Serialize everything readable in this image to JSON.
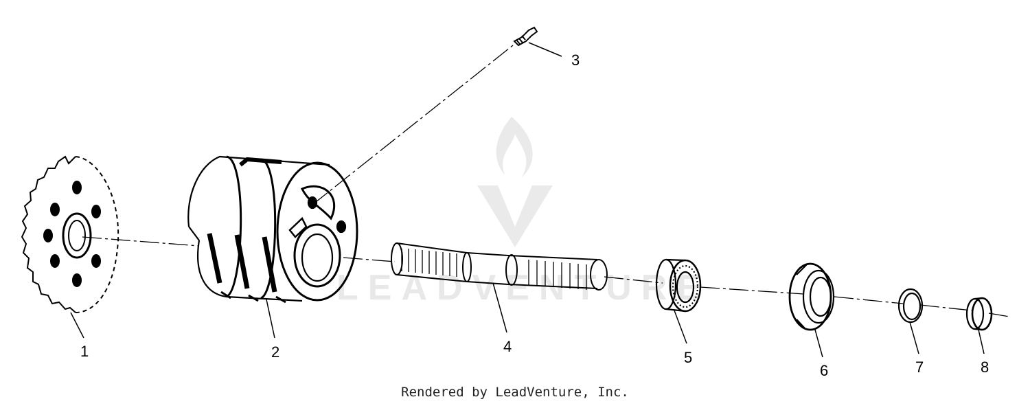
{
  "diagram": {
    "callouts": [
      {
        "id": "1",
        "label": "1"
      },
      {
        "id": "2",
        "label": "2"
      },
      {
        "id": "3",
        "label": "3"
      },
      {
        "id": "4",
        "label": "4"
      },
      {
        "id": "5",
        "label": "5"
      },
      {
        "id": "6",
        "label": "6"
      },
      {
        "id": "7",
        "label": "7"
      },
      {
        "id": "8",
        "label": "8"
      }
    ],
    "watermark": "LEADVENTURE",
    "credit": "Rendered by LeadVenture, Inc."
  },
  "colors": {
    "line": "#000000",
    "watermark": "#e6e6e6",
    "background": "#ffffff"
  }
}
